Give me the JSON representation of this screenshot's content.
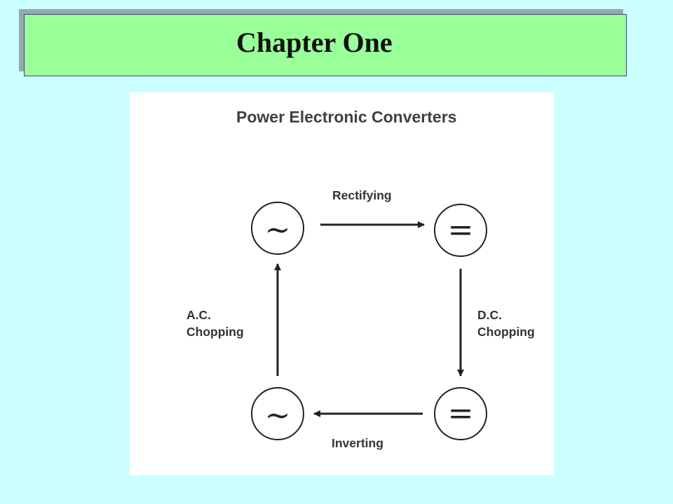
{
  "slide": {
    "title": "Chapter One"
  },
  "diagram": {
    "title": "Power Electronic Converters",
    "nodes": {
      "ac_top": {
        "symbol": "~",
        "meaning": "AC"
      },
      "dc_top": {
        "symbol": "=",
        "meaning": "DC"
      },
      "dc_bottom": {
        "symbol": "=",
        "meaning": "DC"
      },
      "ac_bottom": {
        "symbol": "~",
        "meaning": "AC"
      }
    },
    "edges": {
      "rectifying": "Rectifying",
      "dc_chopping_line1": "D.C.",
      "dc_chopping_line2": "Chopping",
      "inverting": "Inverting",
      "ac_chopping_line1": "A.C.",
      "ac_chopping_line2": "Chopping"
    }
  },
  "colors": {
    "background": "#ccffff",
    "title_fill": "#99ff99",
    "title_border": "#3b4a7a",
    "diagram_fill": "#ffffff"
  }
}
